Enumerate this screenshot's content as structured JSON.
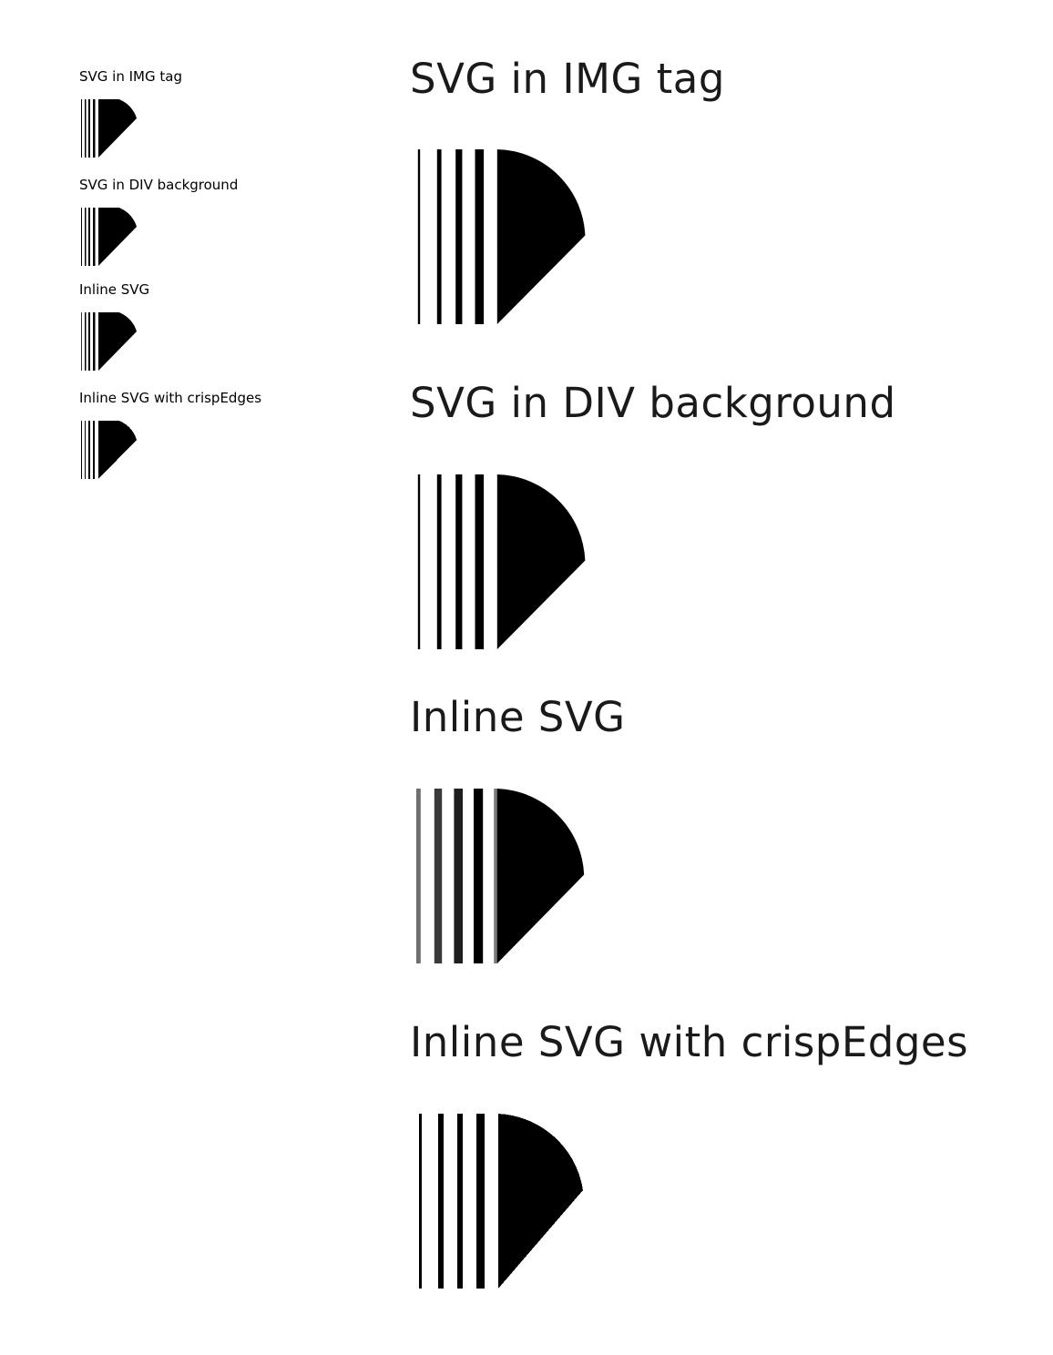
{
  "small_column": {
    "items": [
      {
        "label": "SVG in IMG tag",
        "icon": "barcode-quarter-circle-icon"
      },
      {
        "label": "SVG in DIV background",
        "icon": "barcode-quarter-circle-icon"
      },
      {
        "label": "Inline SVG",
        "icon": "barcode-quarter-circle-icon"
      },
      {
        "label": "Inline SVG with crispEdges",
        "icon": "barcode-quarter-circle-icon"
      }
    ]
  },
  "large_column": {
    "items": [
      {
        "label": "SVG in IMG tag",
        "icon": "barcode-quarter-circle-icon"
      },
      {
        "label": "SVG in DIV background",
        "icon": "barcode-quarter-circle-icon"
      },
      {
        "label": "Inline SVG",
        "icon": "barcode-quarter-circle-icon"
      },
      {
        "label": "Inline SVG with crispEdges",
        "icon": "barcode-quarter-circle-icon"
      }
    ]
  },
  "colors": {
    "ink": "#000000",
    "background": "#ffffff",
    "large_label_text": "#1a1a1a",
    "soft_bar": "#6e6e6e"
  }
}
